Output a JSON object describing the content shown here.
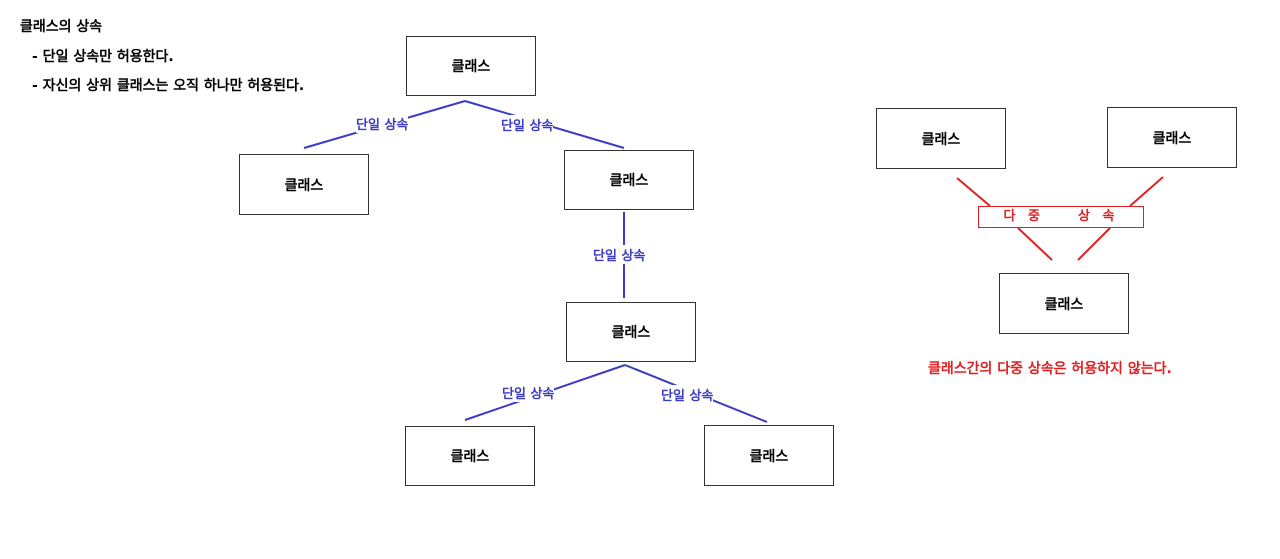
{
  "notes": {
    "title": "클래스의 상속",
    "rules": [
      "- 단일 상속만 허용한다.",
      "- 자신의 상위 클래스는 오직 하나만 허용된다."
    ]
  },
  "single_tree": {
    "class_label": "클래스",
    "edge_label": "단일 상속",
    "color": "#3b3bc4"
  },
  "multiple": {
    "class_label": "클래스",
    "edge_label": "다 중    상 속",
    "warning": "클래스간의 다중 상속은 허용하지 않는다.",
    "color": "#e02020"
  }
}
